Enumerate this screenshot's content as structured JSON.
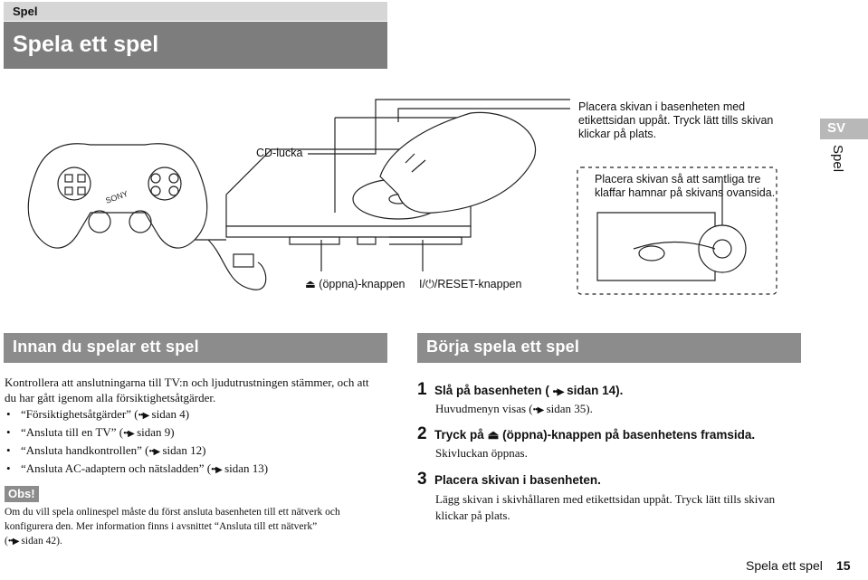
{
  "header": {
    "section": "Spel",
    "title": "Spela ett spel"
  },
  "sidebar": {
    "lang": "SV",
    "label": "Spel"
  },
  "figure": {
    "callout_cd": "CD-lucka",
    "callout_place": [
      "Placera skivan i basenheten med",
      "etikettsidan uppåt. Tryck lätt tills skivan",
      "klickar på plats."
    ],
    "callout_tabs": [
      "Placera skivan så att samtliga tre",
      "klaffar hamnar på skivans ovansida."
    ],
    "label_open": "(öppna)-knappen",
    "label_reset": "/RESET-knappen",
    "brand": "SONY"
  },
  "left": {
    "heading": "Innan du spelar ett spel",
    "intro": [
      "Kontrollera att anslutningarna till TV:n och ljudutrustningen stämmer, och att",
      "du har gått igenom alla försiktighetsåtgärder."
    ],
    "bullets": [
      {
        "text": "“Försiktighetsåtgärder” (",
        "ref": "sidan 4)"
      },
      {
        "text": "“Ansluta till en TV” (",
        "ref": "sidan 9)"
      },
      {
        "text": "“Ansluta handkontrollen” (",
        "ref": "sidan 12)"
      },
      {
        "text": "“Ansluta AC-adaptern och nätsladden” (",
        "ref": "sidan 13)"
      }
    ],
    "obs_label": "Obs!",
    "obs_text": [
      "Om du vill spela onlinespel måste du först ansluta basenheten till ett nätverk och",
      "konfigurera den. Mer information finns i avsnittet “Ansluta till ett nätverk”",
      "sidan 42)."
    ],
    "obs_open_paren": "("
  },
  "right": {
    "heading": "Börja spela ett spel",
    "steps": [
      {
        "num": "1",
        "title_a": "Slå på basenheten (",
        "title_b": "sidan 14).",
        "sub_a": "Huvudmenyn visas (",
        "sub_b": "sidan 35)."
      },
      {
        "num": "2",
        "title_a": "Tryck på",
        "title_b": "(öppna)-knappen på basenhetens framsida.",
        "sub": "Skivluckan öppnas."
      },
      {
        "num": "3",
        "title": "Placera skivan i basenheten.",
        "sub": [
          "Lägg skivan i skivhållaren med etikettsidan uppåt. Tryck lätt tills skivan",
          "klickar på plats."
        ]
      }
    ]
  },
  "footer": {
    "text": "Spela ett spel",
    "page": "15"
  }
}
